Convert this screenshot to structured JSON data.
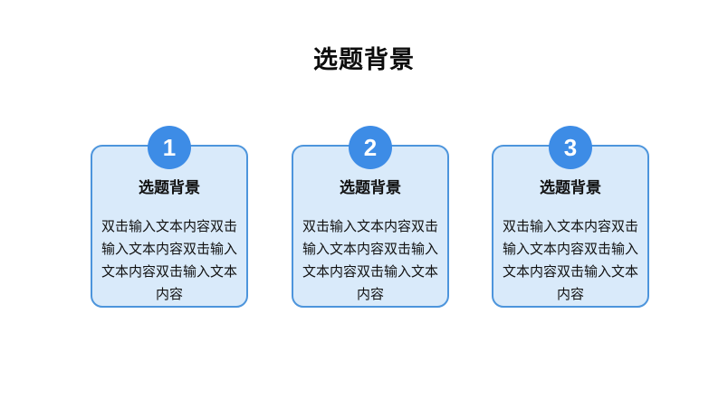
{
  "slide": {
    "title": "选题背景",
    "cards": [
      {
        "number": "1",
        "heading": "选题背景",
        "body": "双击输入文本内容双击输入文本内容双击输入文本内容双击输入文本内容"
      },
      {
        "number": "2",
        "heading": "选题背景",
        "body": "双击输入文本内容双击输入文本内容双击输入文本内容双击输入文本内容"
      },
      {
        "number": "3",
        "heading": "选题背景",
        "body": "双击输入文本内容双击输入文本内容双击输入文本内容双击输入文本内容"
      }
    ]
  },
  "colors": {
    "badge_fill": "#3d8ce6",
    "card_border": "#4d95dc",
    "card_fill": "#d9eafa",
    "title_text": "#0d0d0d",
    "body_text": "#111111",
    "badge_number_text": "#ffffff"
  }
}
